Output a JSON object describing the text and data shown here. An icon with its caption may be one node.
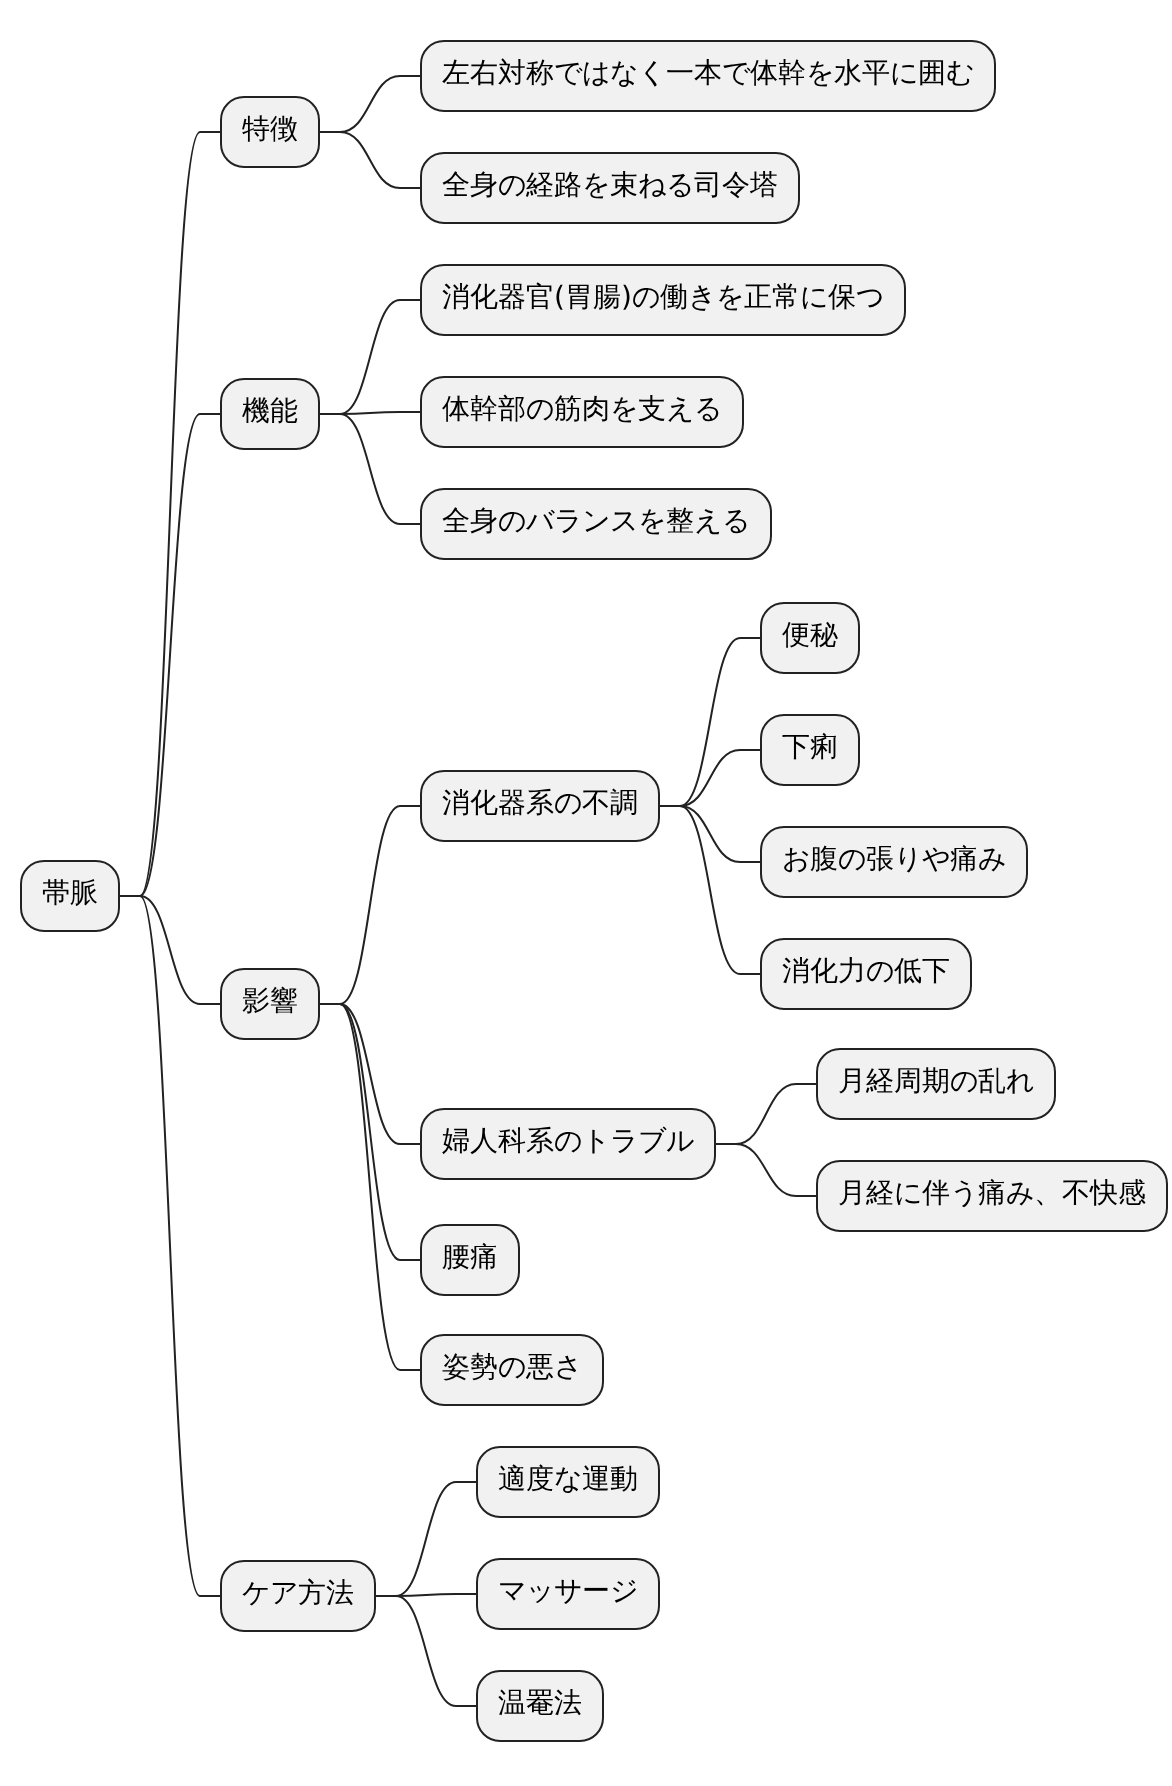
{
  "diagram": {
    "nodes": [
      {
        "text": [
          "帯脈"
        ]
      },
      {
        "text": [
          "特徴"
        ]
      },
      {
        "text": [
          "左右対称ではなく一本で体幹を水平に囲む"
        ]
      },
      {
        "text": [
          "全身の経路を束ねる司令塔"
        ]
      },
      {
        "text": [
          "機能"
        ]
      },
      {
        "text": [
          "消化器官(胃腸)の働きを正常に保つ"
        ]
      },
      {
        "text": [
          "体幹部の筋肉を支える"
        ]
      },
      {
        "text": [
          "全身のバランスを整える"
        ]
      },
      {
        "text": [
          "影響"
        ]
      },
      {
        "text": [
          "消化器系の不調"
        ]
      },
      {
        "text": [
          "便秘"
        ]
      },
      {
        "text": [
          "下痢"
        ]
      },
      {
        "text": [
          "お腹の張りや痛み"
        ]
      },
      {
        "text": [
          "消化力の低下"
        ]
      },
      {
        "text": [
          "婦人科系のトラブル"
        ]
      },
      {
        "text": [
          "月経周期の乱れ"
        ]
      },
      {
        "text": [
          "月経に伴う痛み、不快感"
        ]
      },
      {
        "text": [
          "腰痛"
        ]
      },
      {
        "text": [
          "姿勢の悪さ"
        ]
      },
      {
        "text": [
          "ケア方法"
        ]
      },
      {
        "text": [
          "適度な運動"
        ]
      },
      {
        "text": [
          "マッサージ"
        ]
      },
      {
        "text": [
          "温罨法"
        ]
      }
    ],
    "edges": [
      {
        "from": 0,
        "to": 1,
        "arrow": "none"
      },
      {
        "from": 1,
        "to": 2,
        "arrow": "none"
      },
      {
        "from": 1,
        "to": 3,
        "arrow": "none"
      },
      {
        "from": 0,
        "to": 4,
        "arrow": "none"
      },
      {
        "from": 4,
        "to": 5,
        "arrow": "none"
      },
      {
        "from": 4,
        "to": 6,
        "arrow": "none"
      },
      {
        "from": 4,
        "to": 7,
        "arrow": "none"
      },
      {
        "from": 0,
        "to": 8,
        "arrow": "none"
      },
      {
        "from": 8,
        "to": 9,
        "arrow": "none"
      },
      {
        "from": 9,
        "to": 10,
        "arrow": "none"
      },
      {
        "from": 9,
        "to": 11,
        "arrow": "none"
      },
      {
        "from": 9,
        "to": 12,
        "arrow": "none"
      },
      {
        "from": 9,
        "to": 13,
        "arrow": "none"
      },
      {
        "from": 8,
        "to": 14,
        "arrow": "none"
      },
      {
        "from": 14,
        "to": 15,
        "arrow": "none"
      },
      {
        "from": 14,
        "to": 16,
        "arrow": "none"
      },
      {
        "from": 8,
        "to": 17,
        "arrow": "none"
      },
      {
        "from": 8,
        "to": 18,
        "arrow": "none"
      },
      {
        "from": 0,
        "to": 19,
        "arrow": "none"
      },
      {
        "from": 19,
        "to": 20,
        "arrow": "none"
      },
      {
        "from": 19,
        "to": 21,
        "arrow": "none"
      },
      {
        "from": 19,
        "to": 22,
        "arrow": "none"
      }
    ]
  }
}
